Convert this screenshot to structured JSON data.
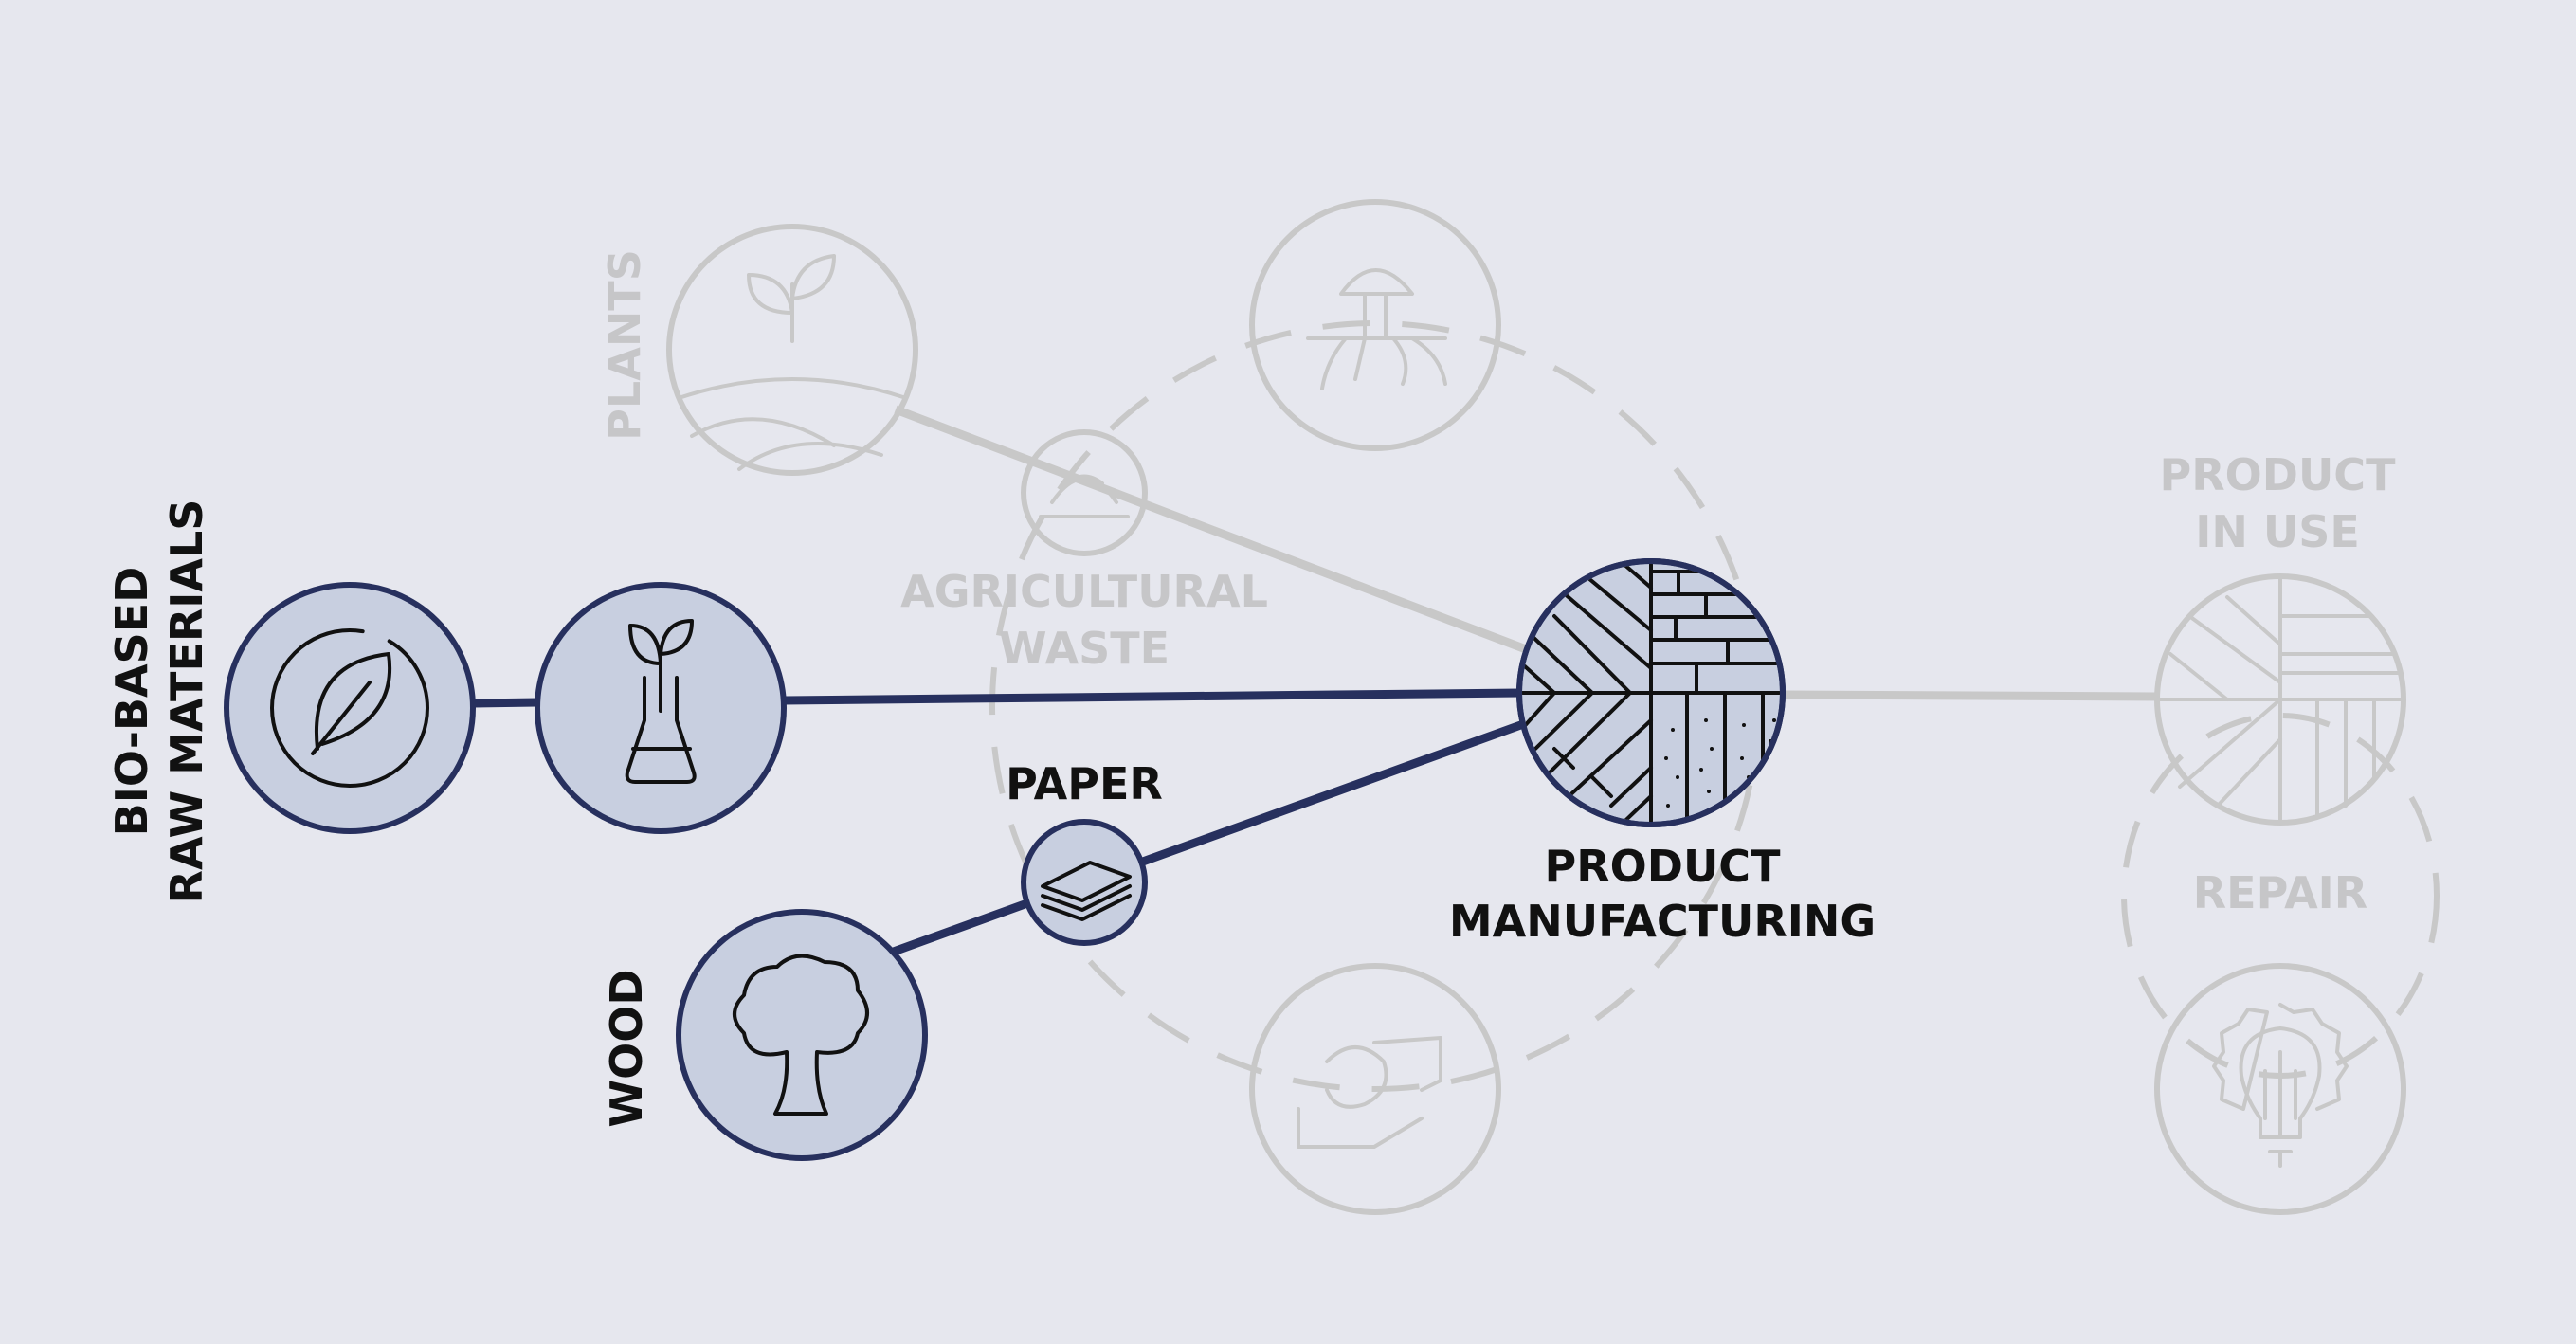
{
  "colors": {
    "background": "#e6e7ee",
    "active": "#27305e",
    "active_fill": "#c8cfe0",
    "inactive": "#c8c8c8"
  },
  "nodes": {
    "bio_based": {
      "label_line1": "BIO-BASED",
      "label_line2": "RAW MATERIALS",
      "icon": "leaf-icon",
      "active": true
    },
    "flask": {
      "icon": "sprout-flask-icon",
      "active": true
    },
    "wood": {
      "label": "WOOD",
      "icon": "tree-icon",
      "active": true
    },
    "paper": {
      "label": "PAPER",
      "icon": "paper-stack-icon",
      "active": true
    },
    "product_manufacturing": {
      "label_line1": "PRODUCT",
      "label_line2": "MANUFACTURING",
      "icon": "material-pattern-icon",
      "active": true
    },
    "plants": {
      "label": "PLANTS",
      "icon": "plant-field-icon",
      "active": false
    },
    "agricultural_waste": {
      "label_line1": "AGRICULTURAL",
      "label_line2": "WASTE",
      "icon": "waste-pile-icon",
      "active": false
    },
    "fungi": {
      "icon": "mushroom-icon",
      "active": false
    },
    "hands": {
      "icon": "hands-icon",
      "active": false
    },
    "product_in_use": {
      "label_line1": "PRODUCT",
      "label_line2": "IN USE",
      "icon": "material-pattern-icon",
      "active": false
    },
    "repair": {
      "label": "REPAIR",
      "active": false
    },
    "innovation": {
      "icon": "lightbulb-gear-icon",
      "active": false
    }
  }
}
